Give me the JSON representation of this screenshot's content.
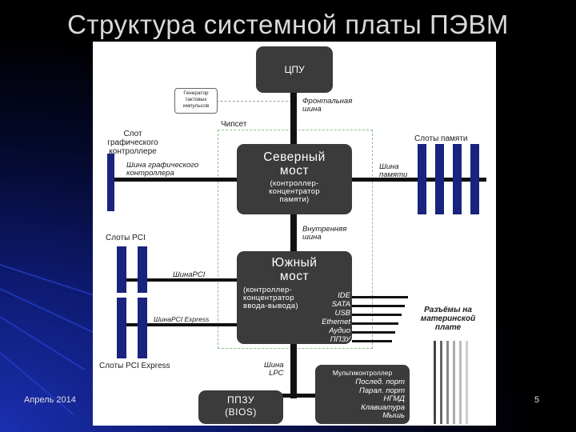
{
  "title": "Структура системной платы ПЭВМ",
  "footer": {
    "date": "Апрель 2014",
    "page": "5"
  },
  "diagram": {
    "cpu": "ЦПУ",
    "clock_generator": [
      "Генератор",
      "тактовых",
      "импульсов"
    ],
    "front_bus": [
      "Фронтальная",
      "шина"
    ],
    "chipset": "Чипсет",
    "graphics_slot": [
      "Слот",
      "графического",
      "контроллере"
    ],
    "graphics_bus": [
      "Шина графического",
      "контроллера"
    ],
    "north_bridge": {
      "title": [
        "Северный",
        "мост"
      ],
      "subtitle": [
        "(контроллер-",
        "концентратор",
        "памяти)"
      ]
    },
    "memory_slots": "Слоты памяти",
    "memory_bus": [
      "Шина",
      "памяти"
    ],
    "internal_bus": [
      "Внутренняя",
      "шина"
    ],
    "pci_slots": "Слоты PCI",
    "pci_bus": "ШинаPCI",
    "south_bridge": {
      "title": [
        "Южный",
        "мост"
      ],
      "subtitle": [
        "(контроллер-",
        "концентратор",
        "ввода-вывода)"
      ]
    },
    "ports": [
      "IDE",
      "SATA",
      "USB",
      "Ethernet",
      "Аудио",
      "ППЗУ"
    ],
    "pcie_bus": "ШинаPCI Express",
    "pcie_slots": "Слоты PCI Express",
    "board_connectors": [
      "Разъёмы на",
      "материнской",
      "плате"
    ],
    "lpc_bus": [
      "Шина",
      "LPC"
    ],
    "bios": [
      "ППЗУ",
      "(BIOS)"
    ],
    "multicontroller": {
      "title": "Мультиконтроллер",
      "items": [
        "Послед. порт",
        "Парал. порт",
        "НГМД",
        "Клавиатура",
        "Мышь"
      ]
    }
  }
}
